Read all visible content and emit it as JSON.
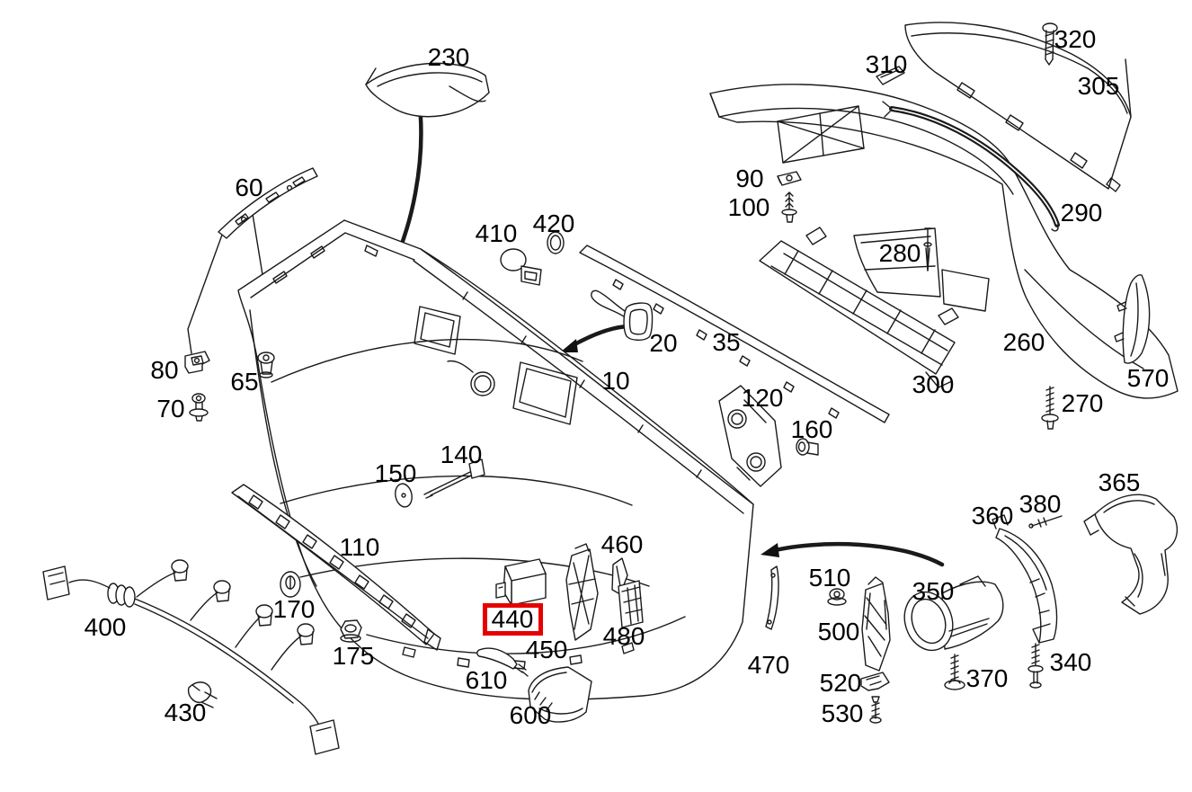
{
  "diagram": {
    "type": "exploded-parts-diagram",
    "subject": "rear bumper assembly",
    "background_color": "#ffffff",
    "line_color": "#1a1a1a",
    "highlight_color": "#e60000",
    "selected_part": "440"
  },
  "labels": {
    "p10": "10",
    "p20": "20",
    "p35": "35",
    "p60": "60",
    "p65": "65",
    "p70": "70",
    "p80": "80",
    "p90": "90",
    "p100": "100",
    "p110": "110",
    "p120": "120",
    "p140": "140",
    "p150": "150",
    "p160": "160",
    "p170": "170",
    "p175": "175",
    "p230": "230",
    "p260": "260",
    "p270": "270",
    "p280": "280",
    "p290": "290",
    "p300": "300",
    "p305": "305",
    "p310": "310",
    "p320": "320",
    "p340": "340",
    "p350": "350",
    "p360": "360",
    "p365": "365",
    "p370": "370",
    "p380": "380",
    "p400": "400",
    "p410": "410",
    "p420": "420",
    "p430": "430",
    "p440": "440",
    "p450": "450",
    "p460": "460",
    "p470": "470",
    "p480": "480",
    "p500": "500",
    "p510": "510",
    "p520": "520",
    "p530": "530",
    "p570": "570",
    "p600": "600",
    "p610": "610"
  }
}
